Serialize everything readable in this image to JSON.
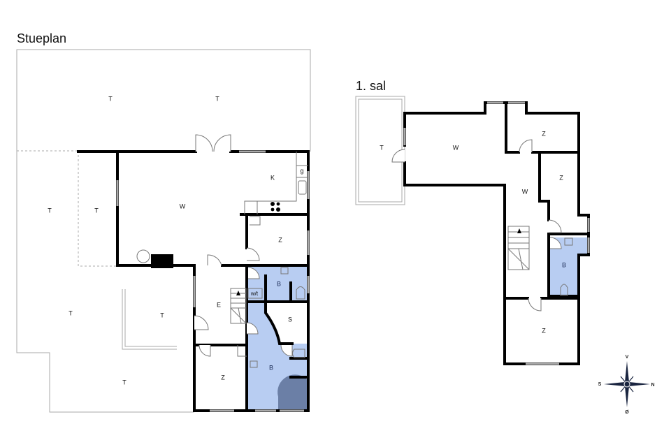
{
  "floors": {
    "ground": {
      "title": "Stueplan",
      "rooms": [
        {
          "id": "terrace-top-left",
          "label": "T"
        },
        {
          "id": "terrace-top-right",
          "label": "T"
        },
        {
          "id": "terrace-west-outer",
          "label": "T"
        },
        {
          "id": "terrace-west-inner",
          "label": "T"
        },
        {
          "id": "terrace-south-west",
          "label": "T"
        },
        {
          "id": "terrace-south-courtyard",
          "label": "T"
        },
        {
          "id": "terrace-south",
          "label": "T"
        },
        {
          "id": "living-room",
          "label": "W"
        },
        {
          "id": "kitchen",
          "label": "K"
        },
        {
          "id": "kitchen-appliance",
          "label": "g"
        },
        {
          "id": "bedroom-east",
          "label": "Z"
        },
        {
          "id": "bathroom-small",
          "label": "B"
        },
        {
          "id": "wc-label",
          "label": "w/t"
        },
        {
          "id": "entrance",
          "label": "E"
        },
        {
          "id": "storage",
          "label": "S"
        },
        {
          "id": "bathroom-large",
          "label": "B"
        },
        {
          "id": "bedroom-south",
          "label": "Z"
        }
      ]
    },
    "first": {
      "title": "1. sal",
      "rooms": [
        {
          "id": "terrace",
          "label": "T"
        },
        {
          "id": "living-room",
          "label": "W"
        },
        {
          "id": "bedroom-north",
          "label": "Z"
        },
        {
          "id": "bedroom-middle",
          "label": "Z"
        },
        {
          "id": "hallway",
          "label": "W"
        },
        {
          "id": "bathroom",
          "label": "B"
        },
        {
          "id": "bedroom-south",
          "label": "Z"
        }
      ]
    }
  },
  "compass": {
    "north": "N",
    "south": "S",
    "top": "V",
    "bottom": "Ø"
  },
  "colors": {
    "bathroom_fill": "#b8cdf2",
    "shower_fill": "#6b7fa6",
    "wall": "#000000"
  }
}
